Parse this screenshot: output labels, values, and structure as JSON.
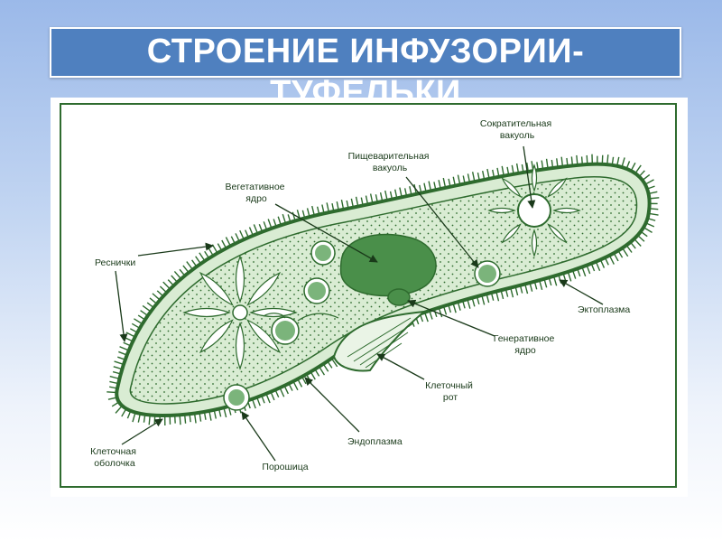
{
  "slide": {
    "title_line1": "СТРОЕНИЕ ИНФУЗОРИИ-",
    "title_line2": "ТУФЕЛЬКИ"
  },
  "colors": {
    "title_bg": "#4f80bf",
    "cell_fill": "#d9ecd3",
    "cell_stroke": "#2e6b2e",
    "nucleus": "#4a8f4a"
  },
  "labels": {
    "contractile_vacuole": [
      "Сократительная",
      "вакуоль"
    ],
    "digestive_vacuole": [
      "Пищеварительная",
      "вакуоль"
    ],
    "vegetative_nucleus": [
      "Вегетативное",
      "ядро"
    ],
    "cilia": [
      "Реснички"
    ],
    "ectoplasm": [
      "Эктоплазма"
    ],
    "generative_nucleus": [
      "Генеративное",
      "ядро"
    ],
    "cell_mouth": [
      "Клеточный",
      "рот"
    ],
    "endoplasm": [
      "Эндоплазма"
    ],
    "cell_membrane": [
      "Клеточная",
      "оболочка"
    ],
    "pore": [
      "Порошица"
    ]
  }
}
